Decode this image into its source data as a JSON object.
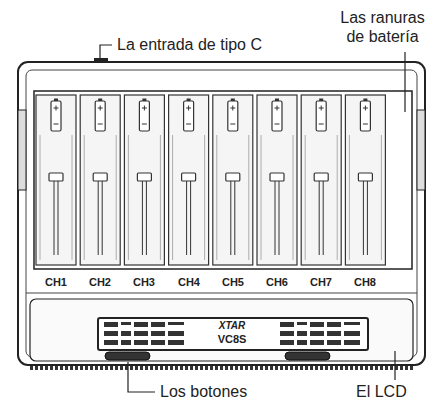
{
  "diagram": {
    "labels": [
      "La entrada de tipo C",
      "Las ranuras de batería",
      "CH1",
      "CH2",
      "CH3",
      "CH4",
      "CH5",
      "CH6",
      "CH7",
      "CH8",
      "XTAR",
      "VC8S",
      "Los botones",
      "El LCD"
    ]
  }
}
